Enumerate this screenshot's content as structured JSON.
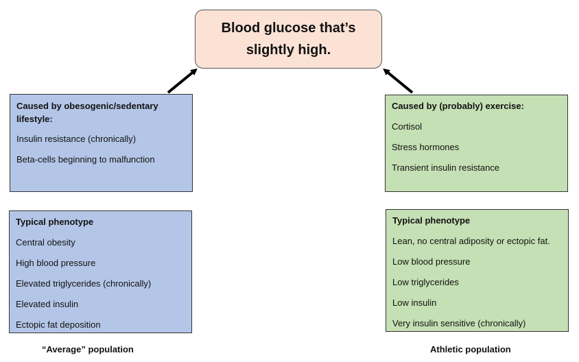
{
  "top": {
    "title": "Blood glucose that’s slightly high."
  },
  "left": {
    "cause": {
      "heading": "Caused by obesogenic/sedentary lifestyle:",
      "items": [
        "Insulin resistance (chronically)",
        "Beta-cells beginning to malfunction"
      ]
    },
    "phenotype": {
      "heading": "Typical phenotype",
      "items": [
        "Central obesity",
        "High blood pressure",
        "Elevated triglycerides (chronically)",
        "Elevated insulin",
        "Ectopic fat deposition"
      ]
    },
    "caption": "“Average” population"
  },
  "right": {
    "cause": {
      "heading": "Caused by (probably) exercise:",
      "items": [
        "Cortisol",
        "Stress hormones",
        "Transient insulin resistance"
      ]
    },
    "phenotype": {
      "heading": "Typical phenotype",
      "items": [
        "Lean, no central adiposity or ectopic fat.",
        "Low blood pressure",
        "Low triglycerides",
        "Low insulin",
        "Very insulin sensitive (chronically)"
      ]
    },
    "caption": "Athletic population"
  },
  "colors": {
    "top_fill": "#fbe2d5",
    "left_fill": "#b4c6e7",
    "right_fill": "#c5e0b4",
    "arrow": "#000000"
  }
}
